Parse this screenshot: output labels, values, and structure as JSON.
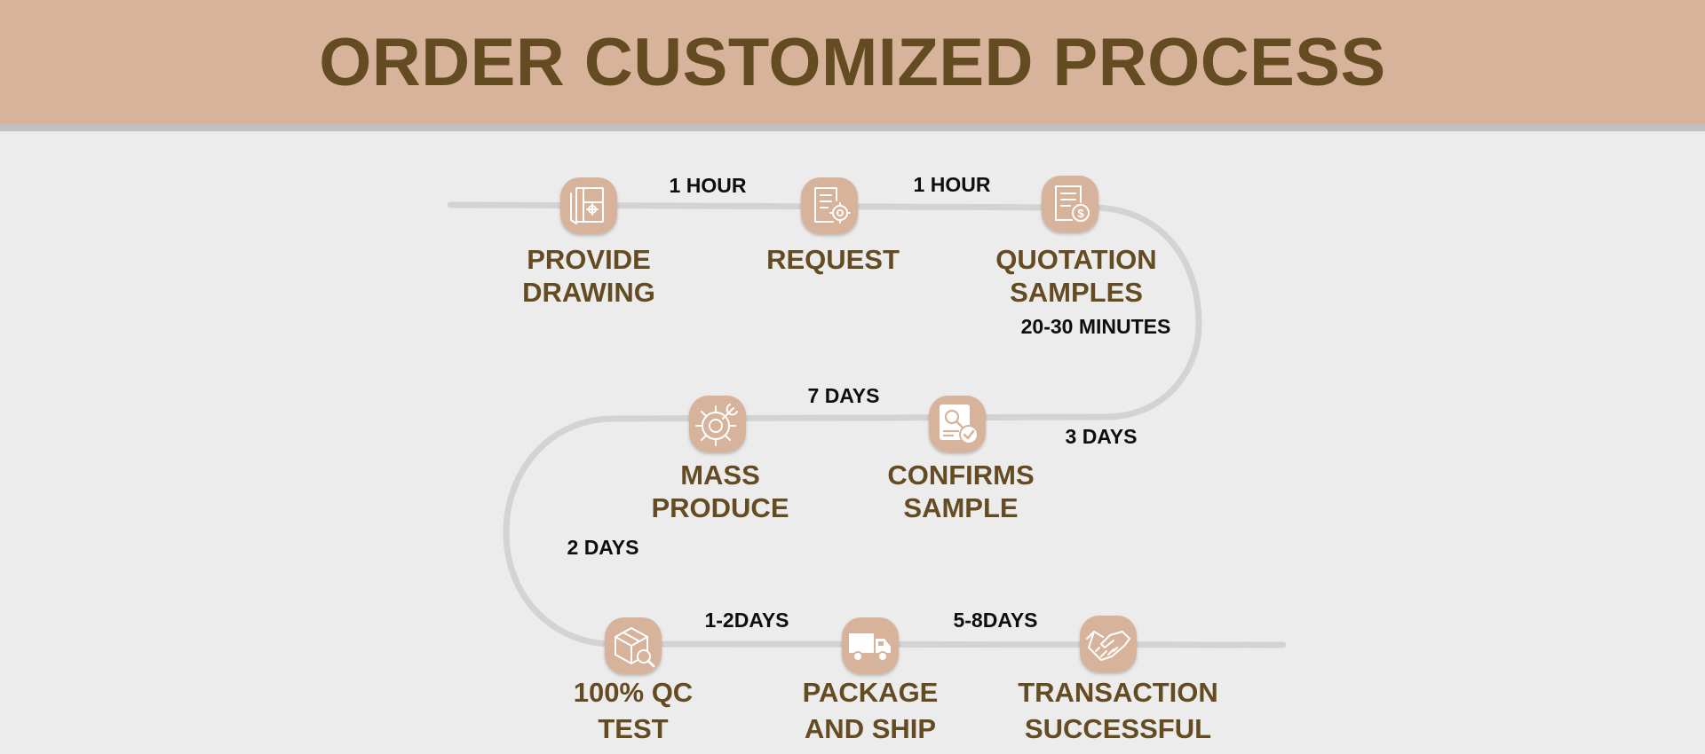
{
  "header": {
    "title": "ORDER CUSTOMIZED PROCESS"
  },
  "colors": {
    "header_bg": "#d6b39a",
    "title": "#654b22",
    "path": "#d3d3d3",
    "node": "#d6b39a",
    "duration_text": "#0e0e0e"
  },
  "steps": [
    {
      "icon": "blueprint-icon",
      "lines": [
        "PROVIDE",
        "DRAWING"
      ]
    },
    {
      "icon": "document-gear-icon",
      "lines": [
        "REQUEST"
      ]
    },
    {
      "icon": "invoice-dollar-icon",
      "lines": [
        "QUOTATION",
        "SAMPLES"
      ]
    },
    {
      "icon": "inspect-check-icon",
      "lines": [
        "CONFIRMS",
        "SAMPLE"
      ]
    },
    {
      "icon": "gear-wrench-icon",
      "lines": [
        "MASS",
        "PRODUCE"
      ]
    },
    {
      "icon": "box-search-icon",
      "lines": [
        "100% QC",
        "TEST"
      ]
    },
    {
      "icon": "truck-icon",
      "lines": [
        "PACKAGE",
        "AND SHIP"
      ]
    },
    {
      "icon": "handshake-icon",
      "lines": [
        "TRANSACTION",
        "SUCCESSFUL"
      ]
    }
  ],
  "durations": [
    {
      "label": "1 HOUR"
    },
    {
      "label": "1 HOUR"
    },
    {
      "label": "20-30 MINUTES"
    },
    {
      "label": "3 DAYS"
    },
    {
      "label": "7 DAYS"
    },
    {
      "label": "2 DAYS"
    },
    {
      "label": "1-2DAYS"
    },
    {
      "label": "5-8DAYS"
    }
  ]
}
